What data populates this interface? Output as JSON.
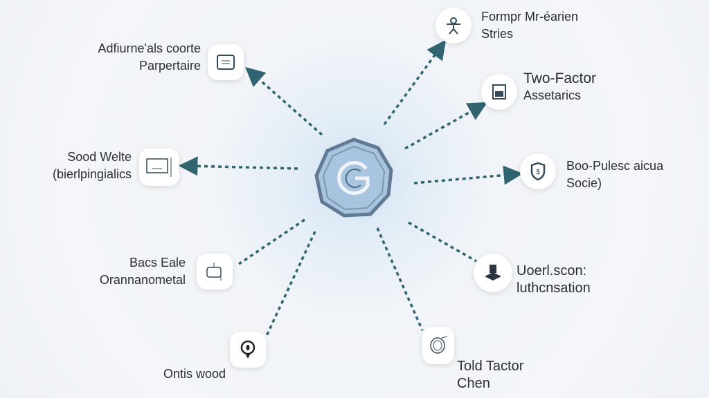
{
  "diagram": {
    "center": {
      "icon": "monogram-g-shield-icon"
    },
    "nodes": [
      {
        "id": "n1",
        "icon": "document-frame-icon",
        "line1": "Adfiurne'als coorte",
        "line2": "Parpertaire"
      },
      {
        "id": "n2",
        "icon": "person-figure-icon",
        "line1": "Formpr Mr-éarien",
        "line2": "Stries"
      },
      {
        "id": "n3",
        "icon": "tablet-icon",
        "line1": "Two-Factor",
        "line2": "Assetarics"
      },
      {
        "id": "n4",
        "icon": "shield-icon",
        "line1": "Boo-Pulesc aicua",
        "line2": "Socie)"
      },
      {
        "id": "n5",
        "icon": "monitor-icon",
        "line1": "Sood Welte",
        "line2": "(bierlpingialics"
      },
      {
        "id": "n6",
        "icon": "mailbox-icon",
        "line1": "Bacs Eale",
        "line2": "Orannanometal"
      },
      {
        "id": "n7",
        "icon": "user-stack-icon",
        "line1": "Uoerl.scon:",
        "line2": "luthcnsation"
      },
      {
        "id": "n8",
        "icon": "location-pin-icon",
        "line1": "Ontis wood"
      },
      {
        "id": "n9",
        "icon": "fingerprint-hand-icon",
        "line1": "Told Tactor",
        "line2": "Chen"
      }
    ],
    "colors": {
      "link": "#2f6470",
      "hub": "#5f7a92",
      "hubFill": "#a9c4df"
    }
  }
}
